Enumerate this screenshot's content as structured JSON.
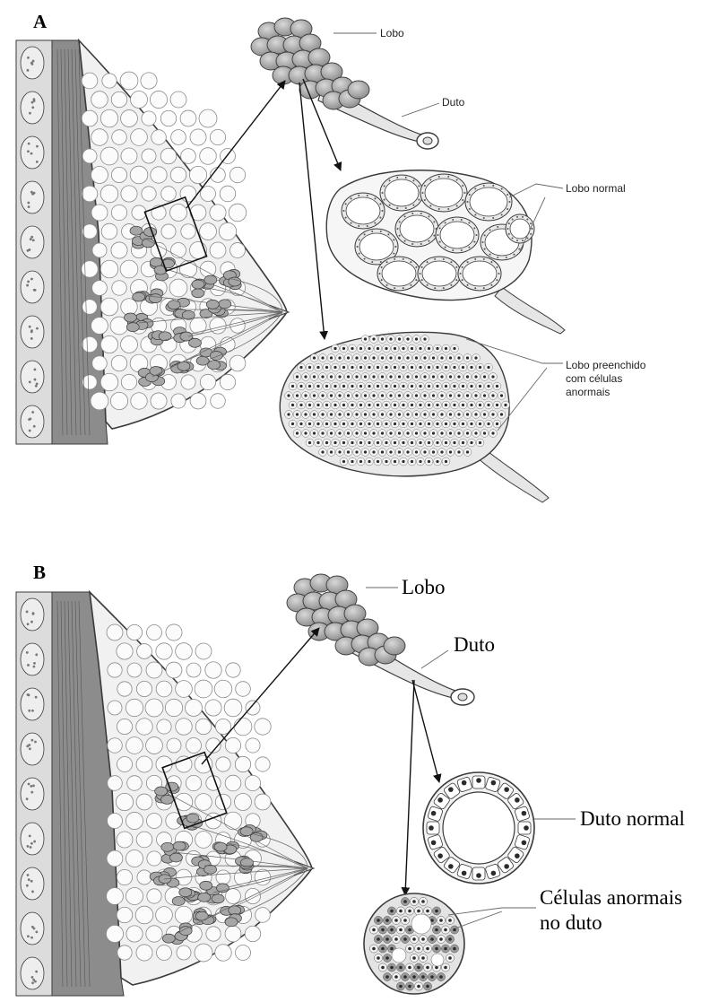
{
  "panels": [
    {
      "letter": "A",
      "labels": {
        "lobe": "Lobo",
        "duct": "Duto",
        "normal": "Lobo normal",
        "abnormal": [
          "Lobo preenchido",
          "com células",
          "anormais"
        ]
      }
    },
    {
      "letter": "B",
      "labels": {
        "lobe": "Lobo",
        "duct": "Duto",
        "normal": "Duto normal",
        "abnormal": [
          "Células anormais",
          "no duto"
        ]
      }
    }
  ],
  "colors": {
    "outline": "#3a3a3a",
    "tissue_fill": "#f1f1f1",
    "muscle_fill": "#8c8c8c",
    "lobule_fill": "#a6a6a6",
    "cell_nucleus": "#2b2b2b"
  }
}
